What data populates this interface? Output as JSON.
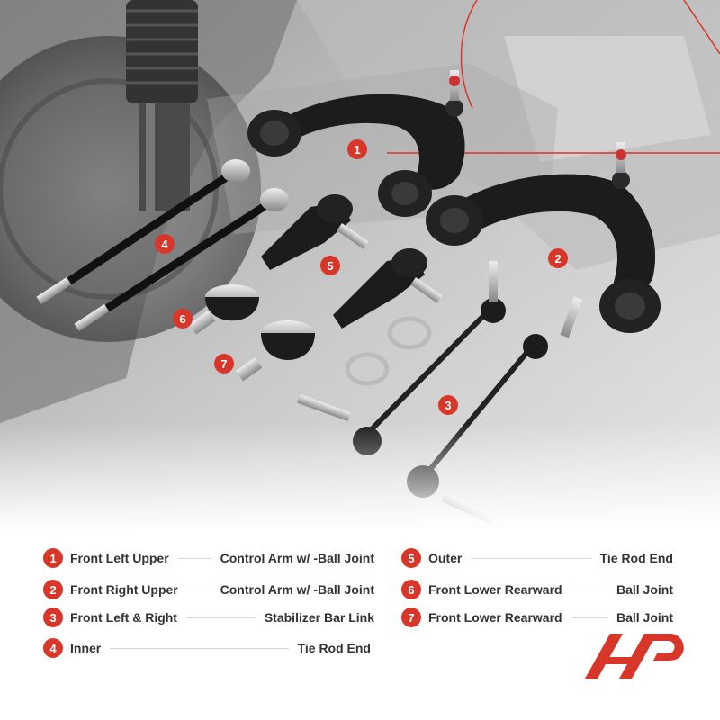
{
  "callouts": [
    "1",
    "2",
    "3",
    "4",
    "5",
    "6",
    "7"
  ],
  "legend": [
    {
      "num": "1",
      "lead": "Front Left Upper",
      "tail": "Control Arm w/ -Ball Joint"
    },
    {
      "num": "2",
      "lead": "Front Right Upper",
      "tail": "Control Arm w/ -Ball Joint"
    },
    {
      "num": "3",
      "lead": "Front Left  & Right",
      "tail": "Stabilizer Bar Link"
    },
    {
      "num": "4",
      "lead": "Inner",
      "tail": "Tie Rod End"
    },
    {
      "num": "5",
      "lead": "Outer",
      "tail": "Tie Rod End"
    },
    {
      "num": "6",
      "lead": "Front Lower Rearward",
      "tail": "Ball Joint"
    },
    {
      "num": "7",
      "lead": "Front Lower Rearward",
      "tail": "Ball Joint"
    }
  ],
  "colors": {
    "accent": "#d9362a",
    "text": "#333333",
    "parts": "#1c1c1c"
  },
  "icons": [
    "brand-logo-icon"
  ]
}
